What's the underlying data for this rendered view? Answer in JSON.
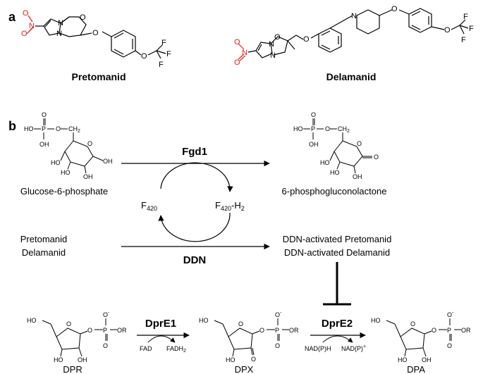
{
  "panel_a": {
    "label": "a",
    "pretomanid": {
      "name": "Pretomanid",
      "atoms": {
        "o_minus": "O",
        "n_plus": "N",
        "o_double": "O",
        "ring_n1": "N",
        "ring_n2": "N",
        "ring_o": "O",
        "ether_o": "O",
        "aryl_o": "O",
        "f1": "F",
        "f2": "F",
        "f3": "F"
      }
    },
    "delamanid": {
      "name": "Delamanid",
      "atoms": {
        "o_minus": "O",
        "n_plus": "N",
        "o_double": "O",
        "ring_n1": "N",
        "ring_n2": "N",
        "ring_o": "O",
        "ether_o": "O",
        "pip_n": "N",
        "pip_o": "O",
        "aryl_o": "O",
        "f1": "F",
        "f2": "F",
        "f3": "F"
      }
    }
  },
  "panel_b": {
    "label": "b",
    "g6p": {
      "name": "Glucose-6-phosphate",
      "ho": "HO",
      "p": "P",
      "o_top": "O",
      "o_link": "O",
      "ch2": "CH",
      "ch2_sub": "2",
      "oh_p": "OH",
      "ring_o": "O",
      "oh1": "OH",
      "oh2": "OH",
      "ho3": "HO",
      "ho4": "HO"
    },
    "pgl": {
      "name": "6-phosphogluconolactone",
      "ho": "HO",
      "p": "P",
      "o_top": "O",
      "o_link": "O",
      "ch2": "CH",
      "ch2_sub": "2",
      "oh_p": "OH",
      "ring_o": "O",
      "keto_o": "O",
      "ho1": "HO",
      "ho2": "HO",
      "oh3": "OH"
    },
    "fgd1": "Fgd1",
    "ddn": "DDN",
    "f420": {
      "base": "F",
      "sub": "420"
    },
    "f420h2": {
      "base": "F",
      "sub": "420",
      "suffix": "-H",
      "suffix_sub": "2"
    },
    "drugs": [
      "Pretomanid",
      "Delamanid"
    ],
    "activated": [
      "DDN-activated Pretomanid",
      "DDN-activated Delamanid"
    ],
    "dpr": {
      "name": "DPR",
      "ho": "HO",
      "ring_o": "O",
      "o_link": "O",
      "p": "P",
      "o_minus": "O",
      "o_minus_charge": "-",
      "o_eq": "O",
      "or": "OR",
      "oh1": "HO",
      "oh2": "OH"
    },
    "dpx": {
      "name": "DPX",
      "ho": "HO",
      "ring_o": "O",
      "o_link": "O",
      "p": "P",
      "o_minus": "O",
      "o_minus_charge": "-",
      "o_eq": "O",
      "or": "OR",
      "oh1": "HO",
      "keto": "O"
    },
    "dpa": {
      "name": "DPA",
      "ho": "HO",
      "ring_o": "O",
      "o_link": "O",
      "p": "P",
      "o_minus": "O",
      "o_minus_charge": "-",
      "o_eq": "O",
      "or": "OR",
      "oh1": "HO",
      "oh2": "OH"
    },
    "dpre1": {
      "name": "DprE1",
      "left": "FAD",
      "right_base": "FADH",
      "right_sub": "2"
    },
    "dpre2": {
      "name": "DprE2",
      "left": "NAD(P)H",
      "right_base": "NAD(P)",
      "right_sup": "+"
    }
  },
  "colors": {
    "nitro": "#e0201b",
    "ink": "#000000"
  }
}
